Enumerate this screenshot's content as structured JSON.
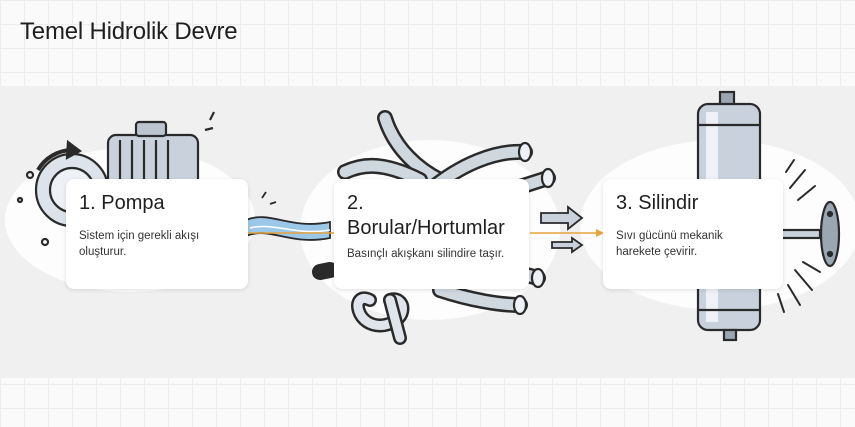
{
  "title": "Temel Hidrolik Devre",
  "steps": [
    {
      "heading": "1. Pompa",
      "description": "Sistem için gerekli akışı oluşturur."
    },
    {
      "heading": "2. Borular/Hortumlar",
      "description": "Basınçlı akışkanı silindire taşır."
    },
    {
      "heading": "3. Silindir",
      "description": "Sıvı gücünü mekanik harekete çevirir."
    }
  ],
  "colors": {
    "flow_arrow": "#e8a33c",
    "water": "#9cc8e8",
    "metal": "#c9d2dc",
    "ink": "#2a2a2a"
  }
}
